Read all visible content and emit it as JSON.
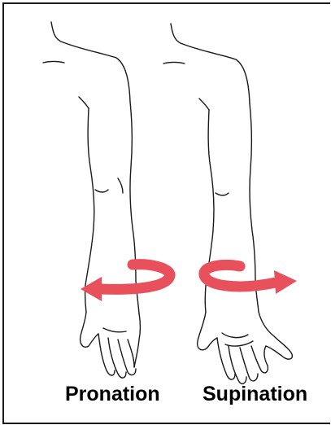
{
  "figure": {
    "labels": {
      "pronation": "Pronation",
      "supination": "Supination"
    },
    "colors": {
      "arrow": "#e8505b",
      "outline": "#1a1a1a",
      "background": "#ffffff"
    },
    "arrows": {
      "pronation_direction": "left",
      "supination_direction": "right"
    }
  }
}
